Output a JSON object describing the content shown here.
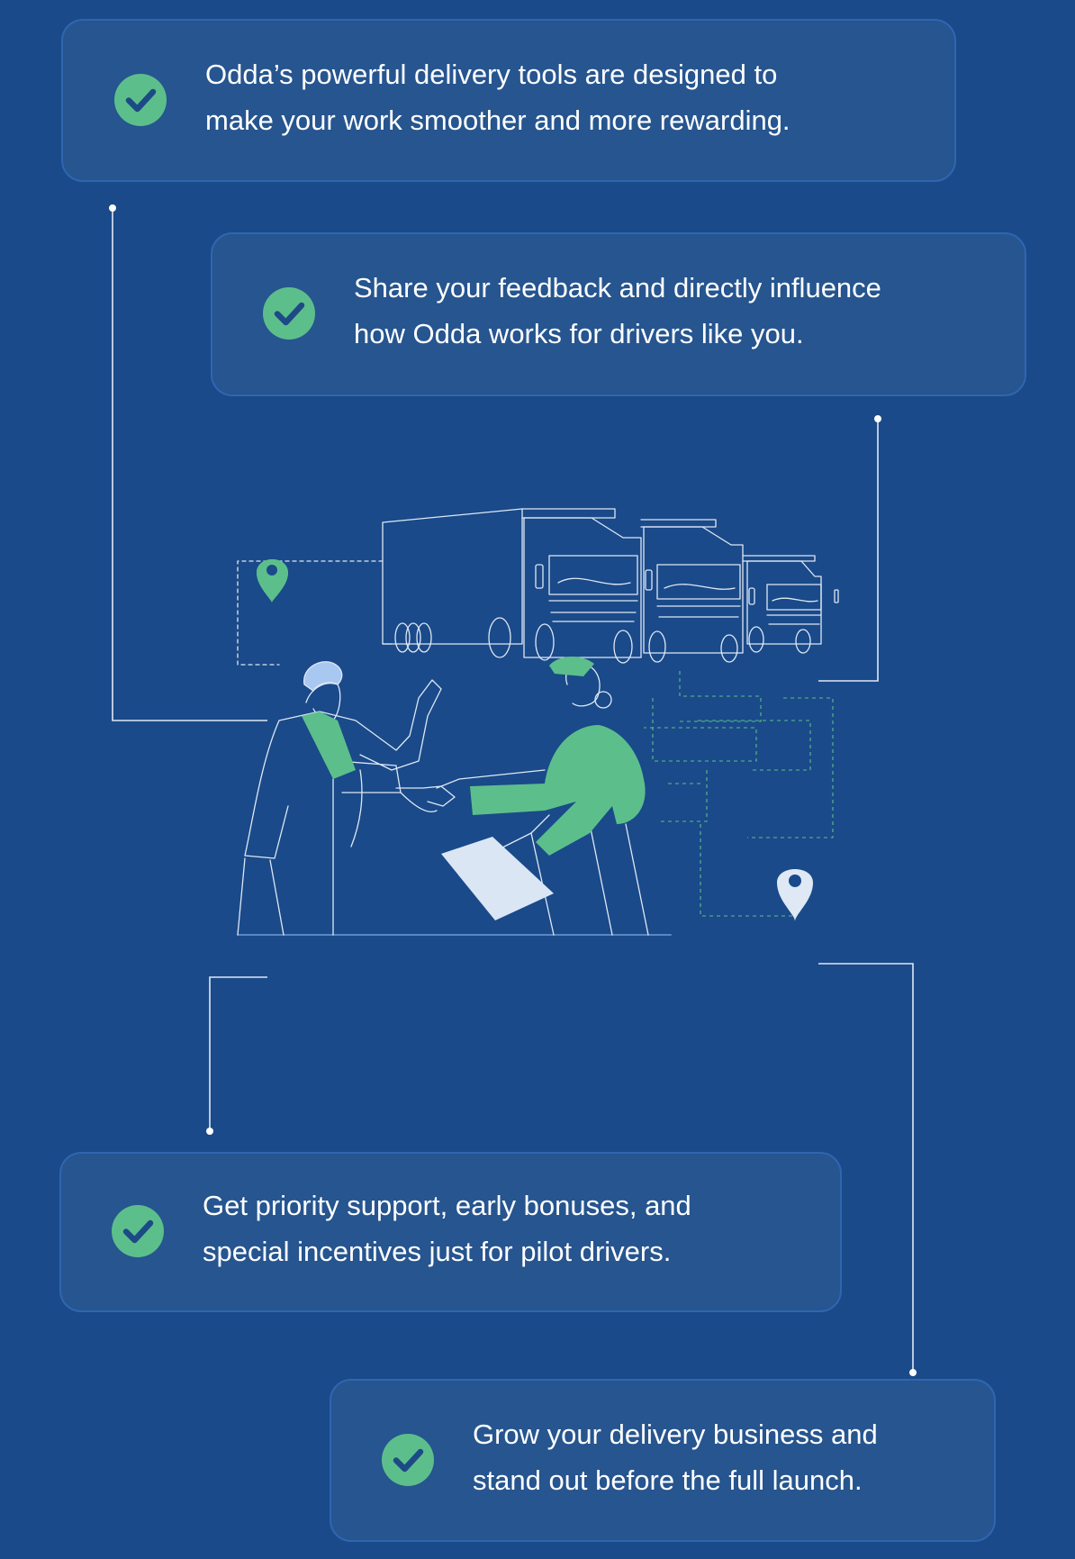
{
  "cards": [
    {
      "text": "Odda’s powerful delivery tools are designed to\nmake your work smoother and more rewarding."
    },
    {
      "text": "Share your feedback and directly influence\nhow Odda works for drivers like you."
    },
    {
      "text": "Get priority support, early bonuses, and\nspecial incentives just for pilot drivers."
    },
    {
      "text": "Grow your delivery business and\nstand out before the full launch."
    }
  ],
  "colors": {
    "background": "#1a4a89",
    "card_fill": "#26558f",
    "card_border": "#2f66b1",
    "accent_green": "#5cbf8b",
    "line": "#dfe8f5"
  },
  "icons": {
    "check": "check-circle-icon",
    "location_pin": "location-pin-icon"
  }
}
